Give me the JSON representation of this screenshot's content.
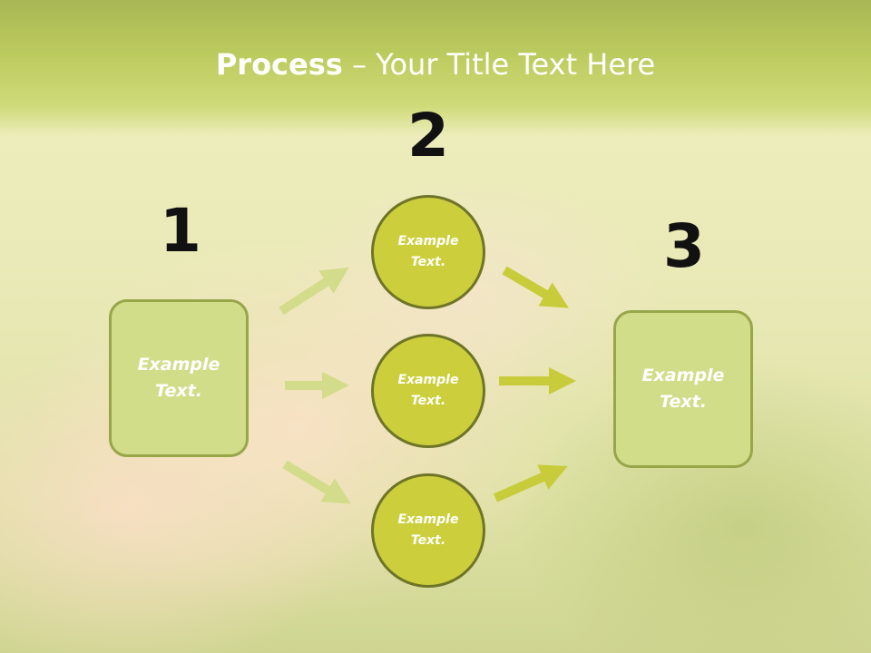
{
  "title": {
    "bold": "Process",
    "rest": " – Your Title Text Here"
  },
  "steps": {
    "step1": {
      "number": "1",
      "text": "Example Text."
    },
    "step2": {
      "number": "2",
      "circles": [
        "Example Text.",
        "Example Text.",
        "Example Text."
      ]
    },
    "step3": {
      "number": "3",
      "text": "Example Text."
    }
  },
  "colors": {
    "title_band": "#bccb5e",
    "box_fill": "#d2dd8a",
    "box_border": "#98a64a",
    "circle_fill": "#cccf3b",
    "circle_border": "#6e7428",
    "arrow_light": "#d3dc8a",
    "arrow_dark": "#c8cc3a"
  }
}
